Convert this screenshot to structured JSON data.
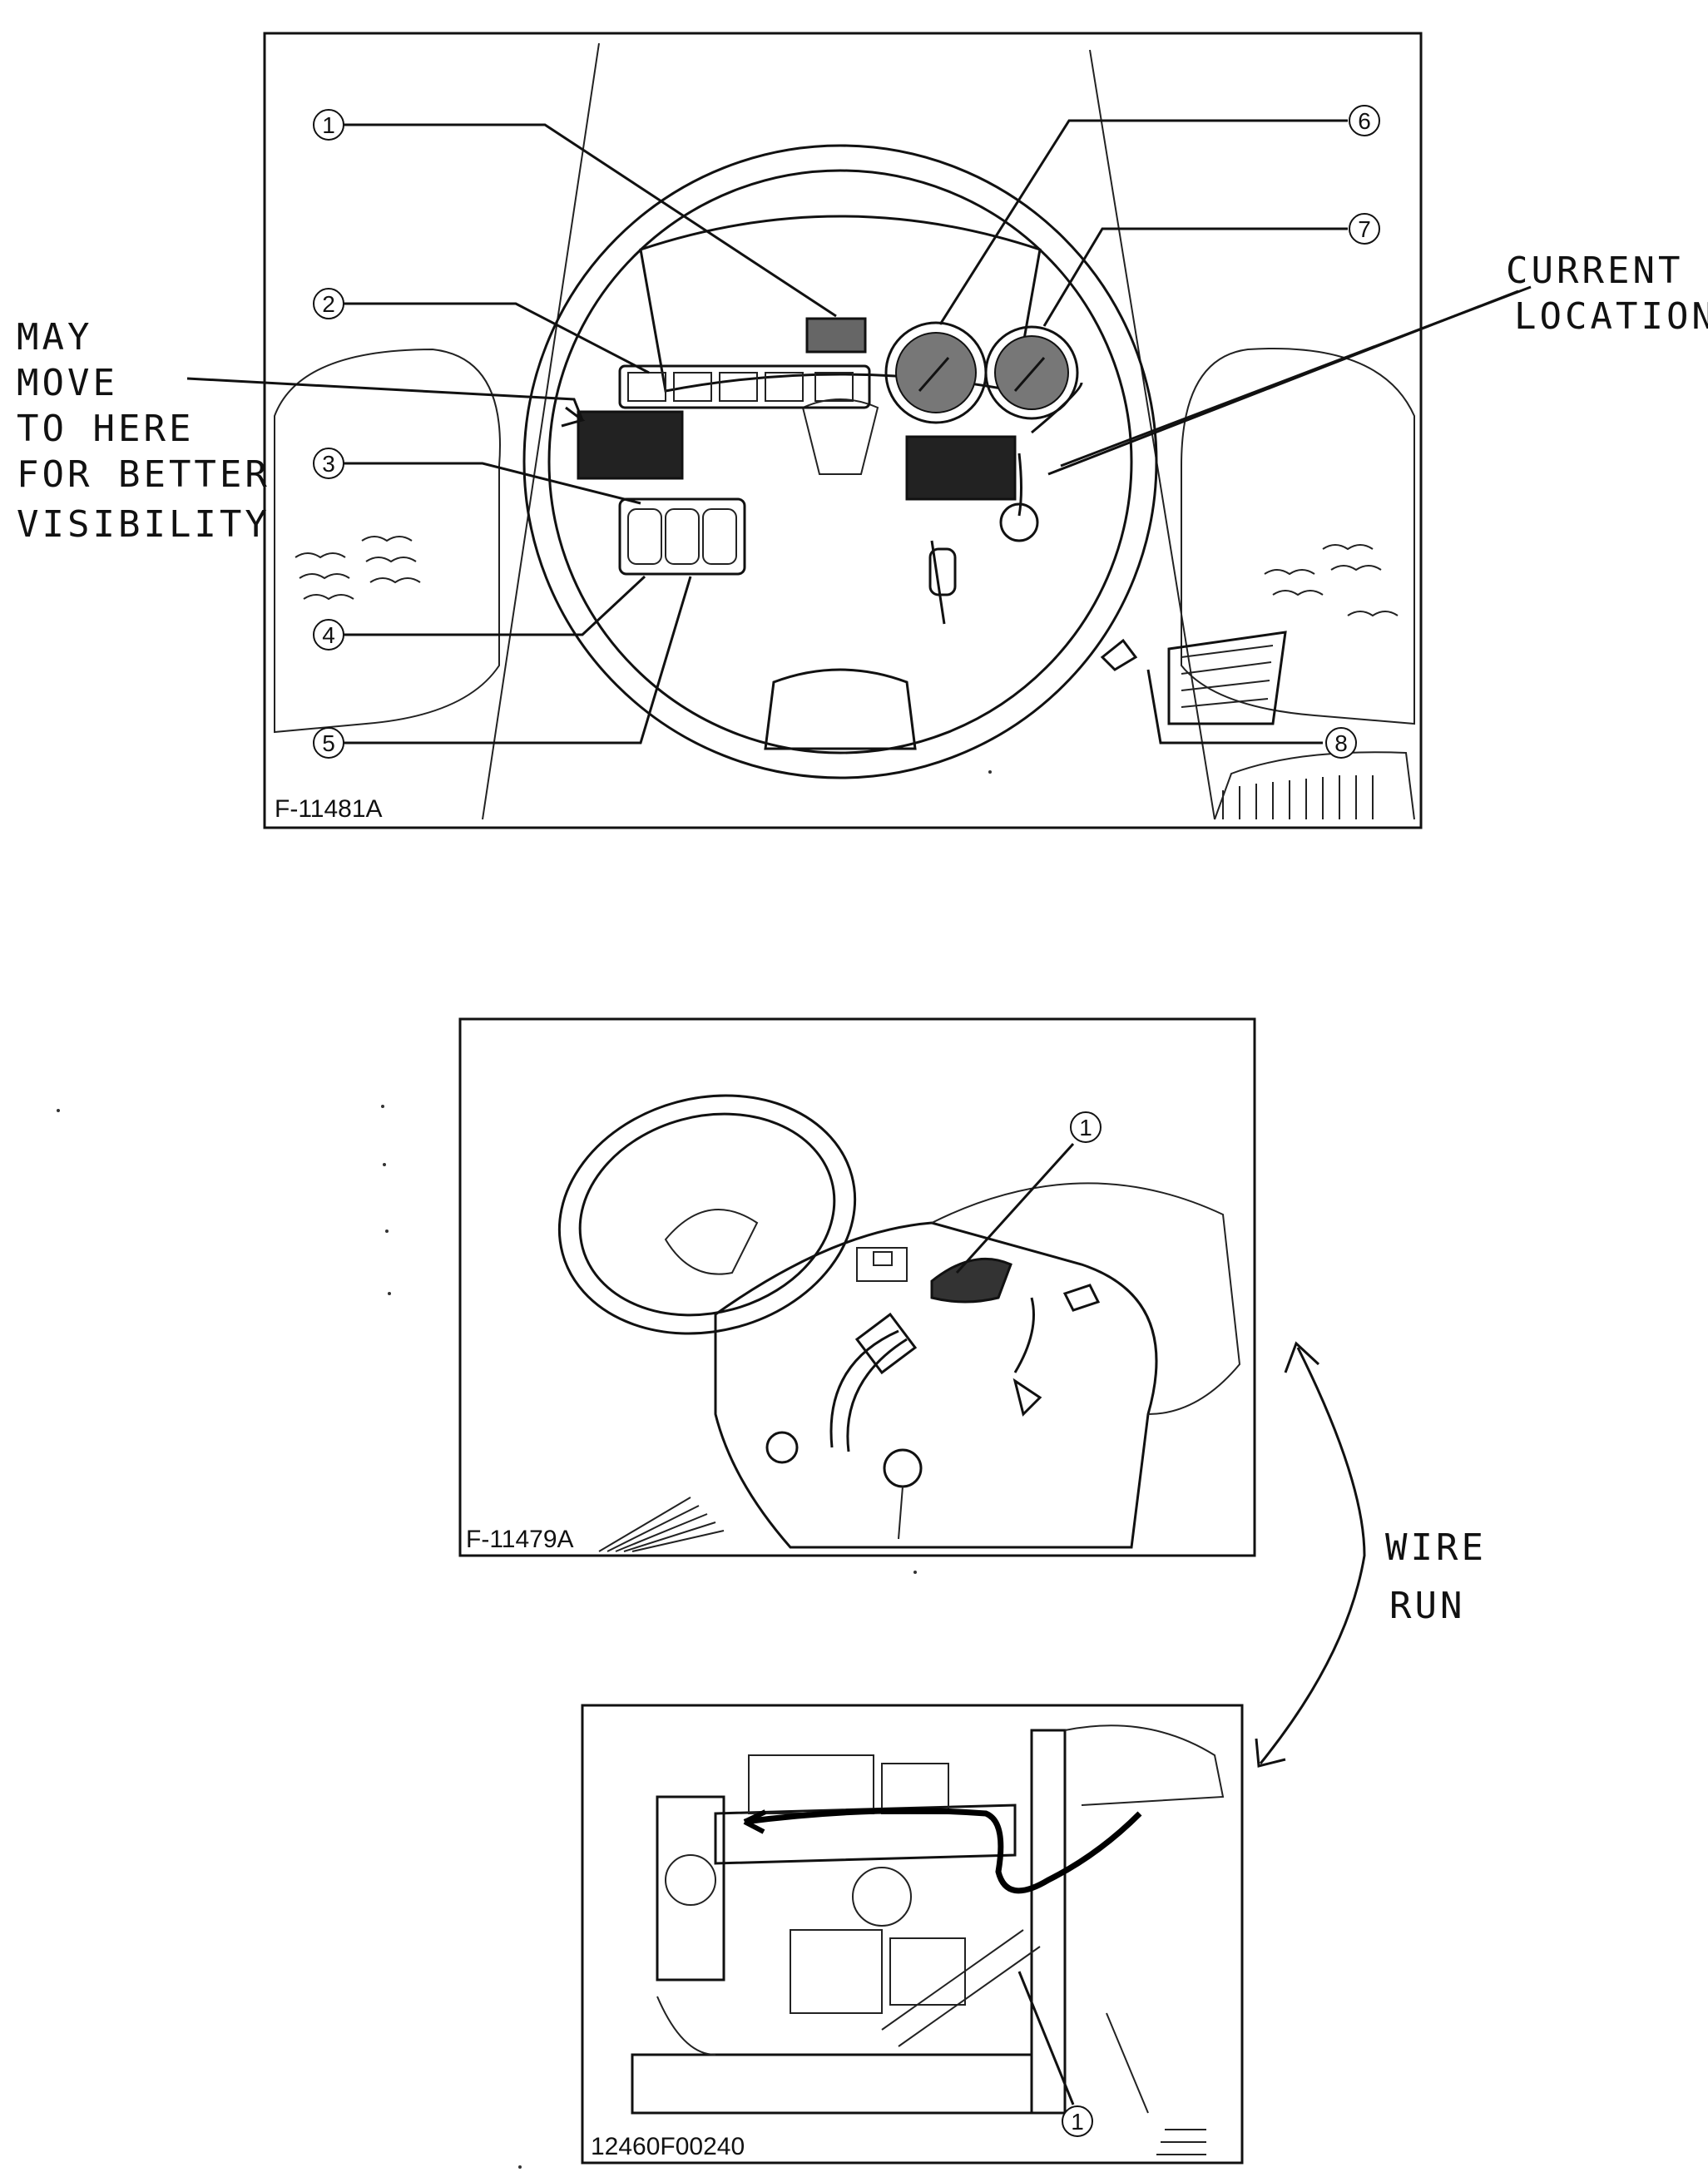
{
  "figures": [
    {
      "id": "F-11481A",
      "caption": "F-11481A",
      "callouts": [
        "1",
        "2",
        "3",
        "4",
        "5",
        "6",
        "7",
        "8"
      ]
    },
    {
      "id": "F-11479A",
      "caption": "F-11479A",
      "callouts": [
        "1"
      ]
    },
    {
      "id": "12460F00240",
      "caption": "12460F00240",
      "callouts": [
        "1"
      ]
    }
  ],
  "handwritten_notes": {
    "may_move": [
      "MAY",
      "MOVE",
      "TO HERE",
      "FOR BETTER",
      "VISIBILITY"
    ],
    "current_location": [
      "CURRENT",
      "LOCATION"
    ],
    "wire_run": [
      "WIRE",
      "RUN"
    ]
  },
  "colors": {
    "ink": "#111111",
    "paper": "#ffffff",
    "shade": "#555555"
  }
}
